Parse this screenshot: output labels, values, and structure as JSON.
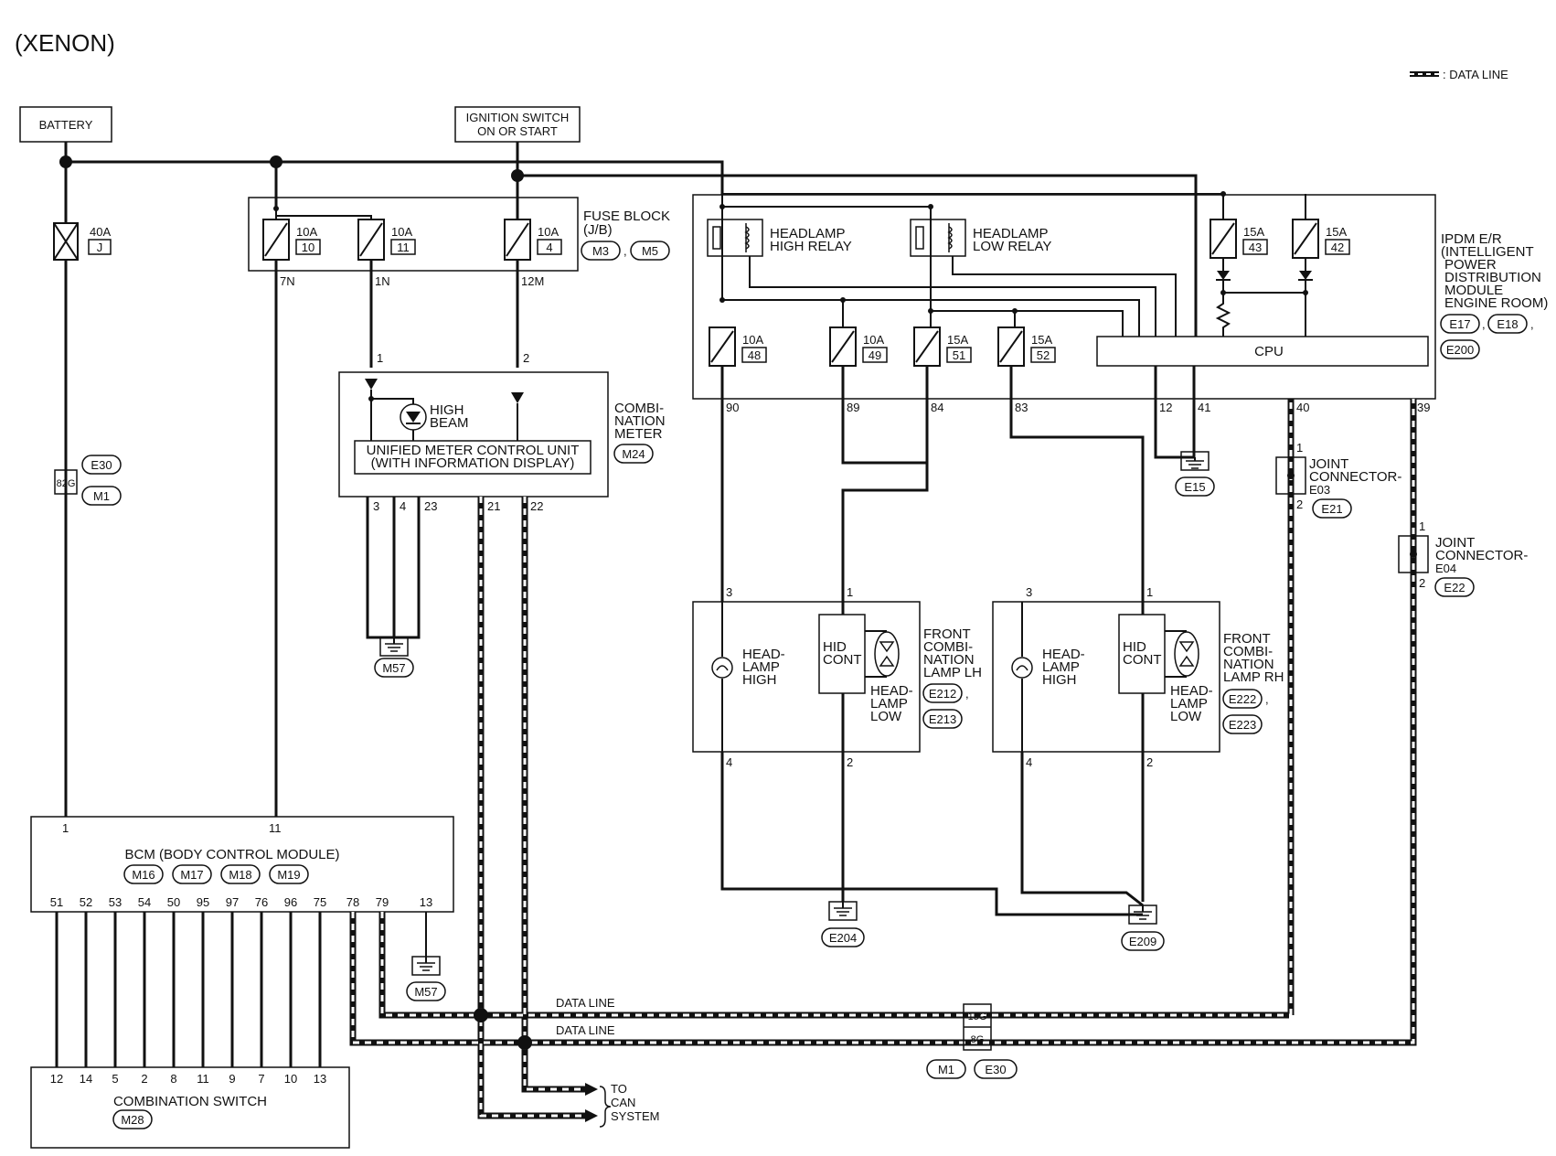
{
  "title": "(XENON)",
  "legend": {
    "data_line": ": DATA LINE"
  },
  "battery": "BATTERY",
  "ignition": {
    "line1": "IGNITION SWITCH",
    "line2": "ON OR START"
  },
  "fuse_block": {
    "label1": "FUSE BLOCK",
    "label2": "(J/B)",
    "connectors": [
      "M3",
      "M5"
    ],
    "fuses": [
      {
        "amp": "10A",
        "no": "10",
        "pin": "7N"
      },
      {
        "amp": "10A",
        "no": "11",
        "pin": "1N"
      },
      {
        "amp": "10A",
        "no": "4",
        "pin": "12M"
      }
    ]
  },
  "main_fuse": {
    "amp": "40A",
    "no": "J",
    "connector": "82G",
    "conn_names": [
      "E30",
      "M1"
    ]
  },
  "meter": {
    "name_lines": [
      "COMBI-",
      "NATION",
      "METER"
    ],
    "connector": "M24",
    "high_beam": [
      "HIGH",
      "BEAM"
    ],
    "unit_lines": [
      "UNIFIED METER CONTROL UNIT",
      "(WITH INFORMATION DISPLAY)"
    ],
    "pins_top": [
      "1",
      "2"
    ],
    "pins_bottom": [
      "3",
      "4",
      "23",
      "21",
      "22"
    ],
    "ground": "M57"
  },
  "ipdm": {
    "name_lines": [
      "IPDM E/R",
      "(INTELLIGENT",
      "POWER",
      "DISTRIBUTION",
      "MODULE",
      "ENGINE ROOM)"
    ],
    "connectors": [
      "E17",
      "E18",
      "E200"
    ],
    "relay_high": [
      "HEADLAMP",
      "HIGH RELAY"
    ],
    "relay_low": [
      "HEADLAMP",
      "LOW RELAY"
    ],
    "cpu": "CPU",
    "top_fuses": [
      {
        "amp": "15A",
        "no": "43"
      },
      {
        "amp": "15A",
        "no": "42"
      }
    ],
    "fuses": [
      {
        "amp": "10A",
        "no": "48",
        "pin": "90"
      },
      {
        "amp": "10A",
        "no": "49",
        "pin": "89"
      },
      {
        "amp": "15A",
        "no": "51",
        "pin": "84"
      },
      {
        "amp": "15A",
        "no": "52",
        "pin": "83"
      }
    ],
    "cpu_pins": [
      "12",
      "41",
      "40",
      "39"
    ],
    "ground": "E15"
  },
  "joint_e03": {
    "lines": [
      "JOINT",
      "CONNECTOR-",
      "E03"
    ],
    "conn": "E21",
    "pins": [
      "1",
      "2"
    ]
  },
  "joint_e04": {
    "lines": [
      "JOINT",
      "CONNECTOR-",
      "E04"
    ],
    "conn": "E22",
    "pins": [
      "1",
      "2"
    ]
  },
  "lamp_lh": {
    "name_lines": [
      "FRONT",
      "COMBI-",
      "NATION",
      "LAMP LH"
    ],
    "connectors": [
      "E212",
      "E213"
    ],
    "high": [
      "HEAD-",
      "LAMP",
      "HIGH"
    ],
    "hid": [
      "HID",
      "CONT"
    ],
    "low": [
      "HEAD-",
      "LAMP",
      "LOW"
    ],
    "pins": [
      "3",
      "1",
      "4",
      "2"
    ]
  },
  "lamp_rh": {
    "name_lines": [
      "FRONT",
      "COMBI-",
      "NATION",
      "LAMP RH"
    ],
    "connectors": [
      "E222",
      "E223"
    ],
    "high": [
      "HEAD-",
      "LAMP",
      "HIGH"
    ],
    "hid": [
      "HID",
      "CONT"
    ],
    "low": [
      "HEAD-",
      "LAMP",
      "LOW"
    ],
    "pins": [
      "3",
      "1",
      "4",
      "2"
    ]
  },
  "grounds": [
    "E204",
    "E209",
    "M57"
  ],
  "bcm": {
    "title": "BCM (BODY CONTROL MODULE)",
    "connectors": [
      "M16",
      "M17",
      "M18",
      "M19"
    ],
    "pins_top": [
      "1",
      "11"
    ],
    "pins_bottom": [
      "51",
      "52",
      "53",
      "54",
      "50",
      "95",
      "97",
      "76",
      "96",
      "75",
      "78",
      "79",
      "13"
    ]
  },
  "combination_switch": {
    "title": "COMBINATION SWITCH",
    "connector": "M28",
    "pins": [
      "12",
      "14",
      "5",
      "2",
      "8",
      "11",
      "9",
      "7",
      "10",
      "13"
    ]
  },
  "data_line_label": "DATA LINE",
  "bottom_connector": {
    "pins": [
      "15G",
      "8G"
    ],
    "connectors": [
      "M1",
      "E30"
    ]
  },
  "to_can": [
    "TO",
    "CAN",
    "SYSTEM"
  ]
}
